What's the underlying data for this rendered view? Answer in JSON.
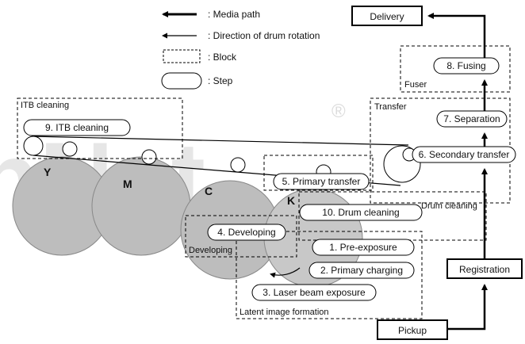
{
  "legend": {
    "media_path": ": Media path",
    "drum_rotation": ": Direction of drum rotation",
    "block": ": Block",
    "step": ": Step"
  },
  "drums": {
    "y": "Y",
    "m": "M",
    "c": "C",
    "k": "K"
  },
  "blocks": {
    "itb_cleaning": "ITB cleaning",
    "transfer": "Transfer",
    "fuser": "Fuser",
    "drum_cleaning": "Drum cleaning",
    "developing": "Developing",
    "latent_image": "Latent image formation"
  },
  "steps": {
    "pre_exposure": "1. Pre-exposure",
    "primary_charging": "2. Primary charging",
    "laser_exposure": "3. Laser beam exposure",
    "developing": "4. Developing",
    "primary_transfer": "5. Primary transfer",
    "secondary_transfer": "6. Secondary transfer",
    "separation": "7. Separation",
    "fusing": "8. Fusing",
    "itb_cleaning": "9. ITB cleaning",
    "drum_cleaning": "10. Drum cleaning"
  },
  "media": {
    "delivery": "Delivery",
    "registration": "Registration",
    "pickup": "Pickup"
  },
  "watermark": "nNet",
  "registered_mark": "®"
}
